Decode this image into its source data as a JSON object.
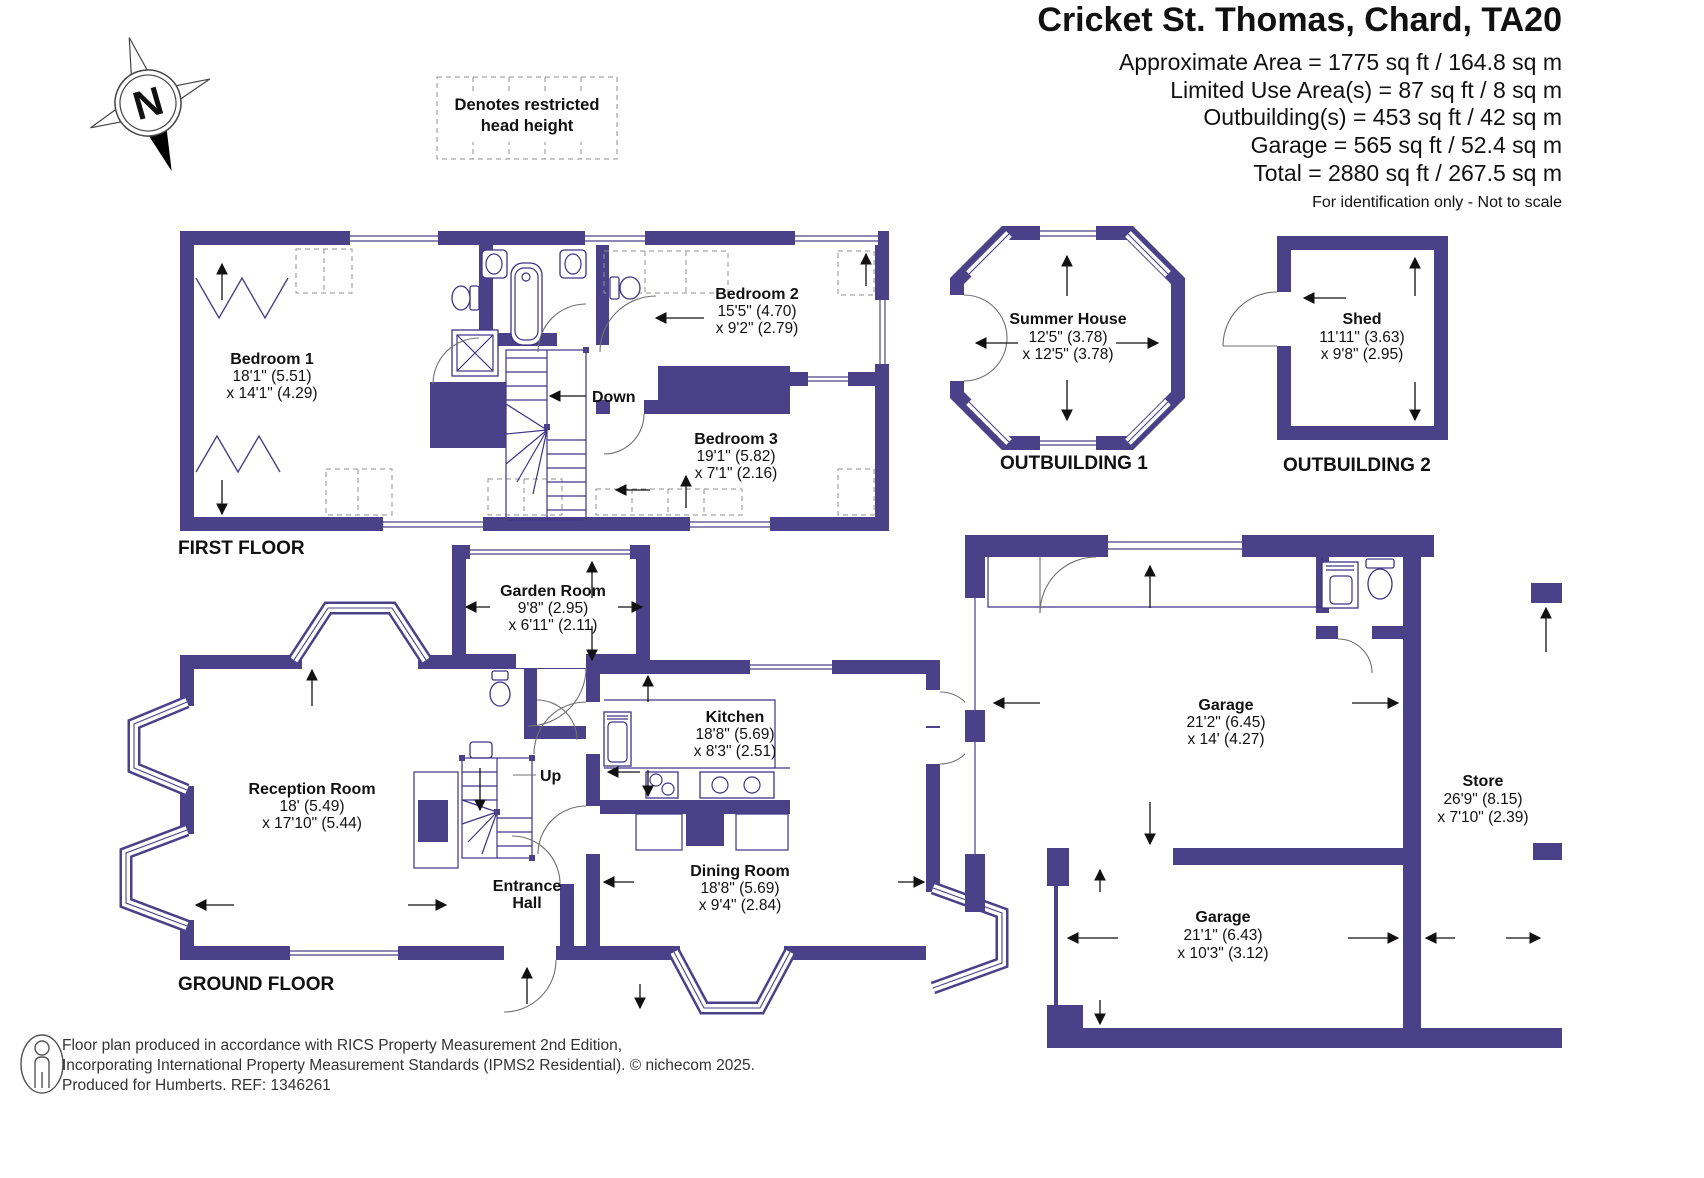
{
  "header": {
    "title": "Cricket St. Thomas, Chard, TA20",
    "line1": "Approximate Area = 1775 sq ft / 164.8 sq m",
    "line2": "Limited Use Area(s) = 87 sq ft / 8 sq m",
    "line3": "Outbuilding(s) = 453 sq ft / 42 sq m",
    "line4": "Garage = 565 sq ft / 52.4 sq m",
    "line5": "Total = 2880 sq ft / 267.5 sq m",
    "disclaimer": "For identification only - Not to scale"
  },
  "legend": {
    "line1": "Denotes restricted",
    "line2": "head height"
  },
  "compass": {
    "north": "N"
  },
  "floors": {
    "first": "FIRST FLOOR",
    "ground": "GROUND FLOOR",
    "out1": "OUTBUILDING 1",
    "out2": "OUTBUILDING 2"
  },
  "rooms": {
    "bedroom1": {
      "name": "Bedroom 1",
      "d1": "18'1\" (5.51)",
      "d2": "x 14'1\" (4.29)"
    },
    "bedroom2": {
      "name": "Bedroom 2",
      "d1": "15'5\" (4.70)",
      "d2": "x 9'2\" (2.79)"
    },
    "bedroom3": {
      "name": "Bedroom 3",
      "d1": "19'1\" (5.82)",
      "d2": "x 7'1\" (2.16)"
    },
    "summer_house": {
      "name": "Summer House",
      "d1": "12'5\" (3.78)",
      "d2": "x 12'5\" (3.78)"
    },
    "shed": {
      "name": "Shed",
      "d1": "11'11\" (3.63)",
      "d2": "x 9'8\" (2.95)"
    },
    "garden_room": {
      "name": "Garden Room",
      "d1": "9'8\" (2.95)",
      "d2": "x 6'11\" (2.11)"
    },
    "reception": {
      "name": "Reception Room",
      "d1": "18' (5.49)",
      "d2": "x 17'10\" (5.44)"
    },
    "entrance": {
      "name1": "Entrance",
      "name2": "Hall"
    },
    "kitchen": {
      "name": "Kitchen",
      "d1": "18'8\" (5.69)",
      "d2": "x 8'3\" (2.51)"
    },
    "dining": {
      "name": "Dining Room",
      "d1": "18'8\" (5.69)",
      "d2": "x 9'4\" (2.84)"
    },
    "garage1": {
      "name": "Garage",
      "d1": "21'2\" (6.45)",
      "d2": "x 14' (4.27)"
    },
    "garage2": {
      "name": "Garage",
      "d1": "21'1\" (6.43)",
      "d2": "x 10'3\" (3.12)"
    },
    "store": {
      "name": "Store",
      "d1": "26'9\" (8.15)",
      "d2": "x 7'10\" (2.39)"
    }
  },
  "stairs": {
    "up": "Up",
    "down": "Down"
  },
  "footer": {
    "line1": "Floor plan produced in accordance with RICS Property Measurement 2nd Edition,",
    "line2": "Incorporating International Property Measurement Standards (IPMS2 Residential).   © nichecom 2025.",
    "line3": "Produced for Humberts.   REF: 1346261"
  },
  "colors": {
    "wall": "#4a4189"
  }
}
